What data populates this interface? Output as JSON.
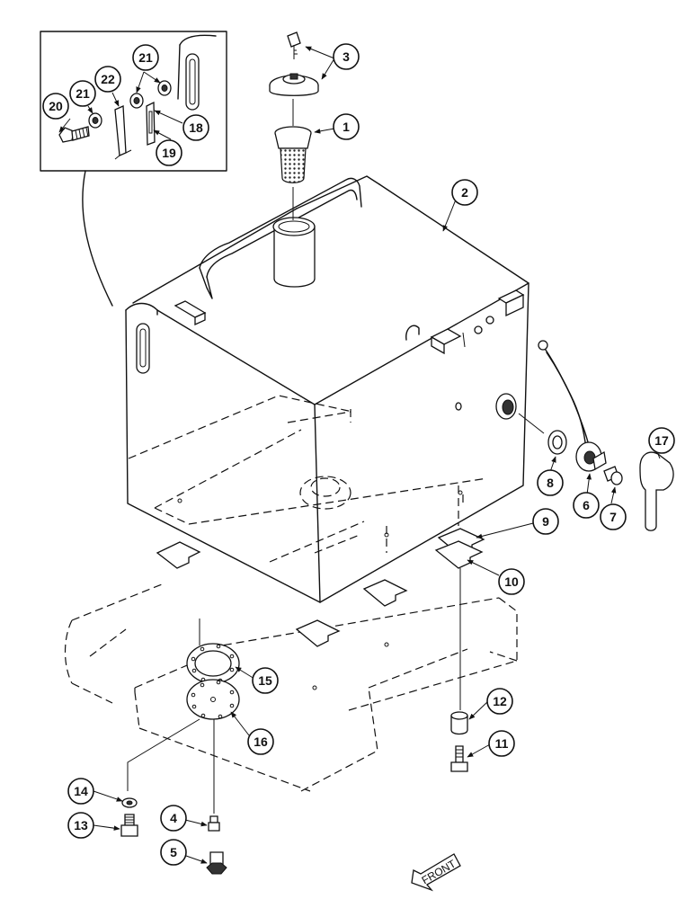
{
  "callouts": {
    "c1": "1",
    "c2": "2",
    "c3": "3",
    "c4": "4",
    "c5": "5",
    "c6": "6",
    "c7": "7",
    "c8": "8",
    "c9": "9",
    "c10": "10",
    "c11": "11",
    "c12": "12",
    "c13": "13",
    "c14": "14",
    "c15": "15",
    "c16": "16",
    "c17": "17",
    "c18": "18",
    "c19": "19",
    "c20": "20",
    "c21a": "21",
    "c21b": "21",
    "c22": "22"
  },
  "front_label": "FRONT"
}
